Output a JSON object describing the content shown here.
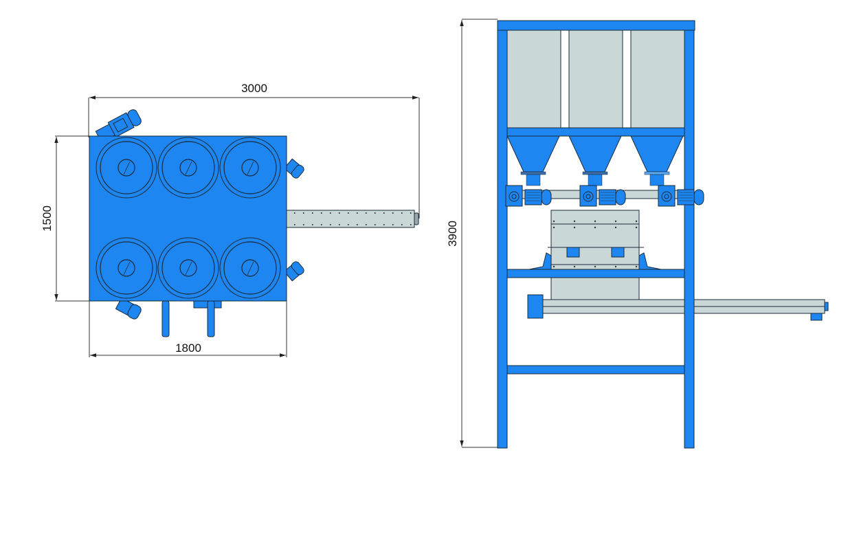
{
  "drawing": {
    "views": [
      {
        "name": "top-view",
        "label": "Top view"
      },
      {
        "name": "front-view",
        "label": "Front view"
      }
    ],
    "dimensions": {
      "top_overall_length": "3000",
      "top_depth": "1500",
      "top_body_width": "1800",
      "front_height": "3900"
    },
    "units": "mm",
    "colors": {
      "frame_blue": "#1e86f0",
      "panel_grey": "#c9d8d6",
      "line": "#1a2a3a"
    },
    "counts": {
      "hoppers": 3,
      "top_view_bins": 6,
      "screw_feeders": 3
    }
  }
}
